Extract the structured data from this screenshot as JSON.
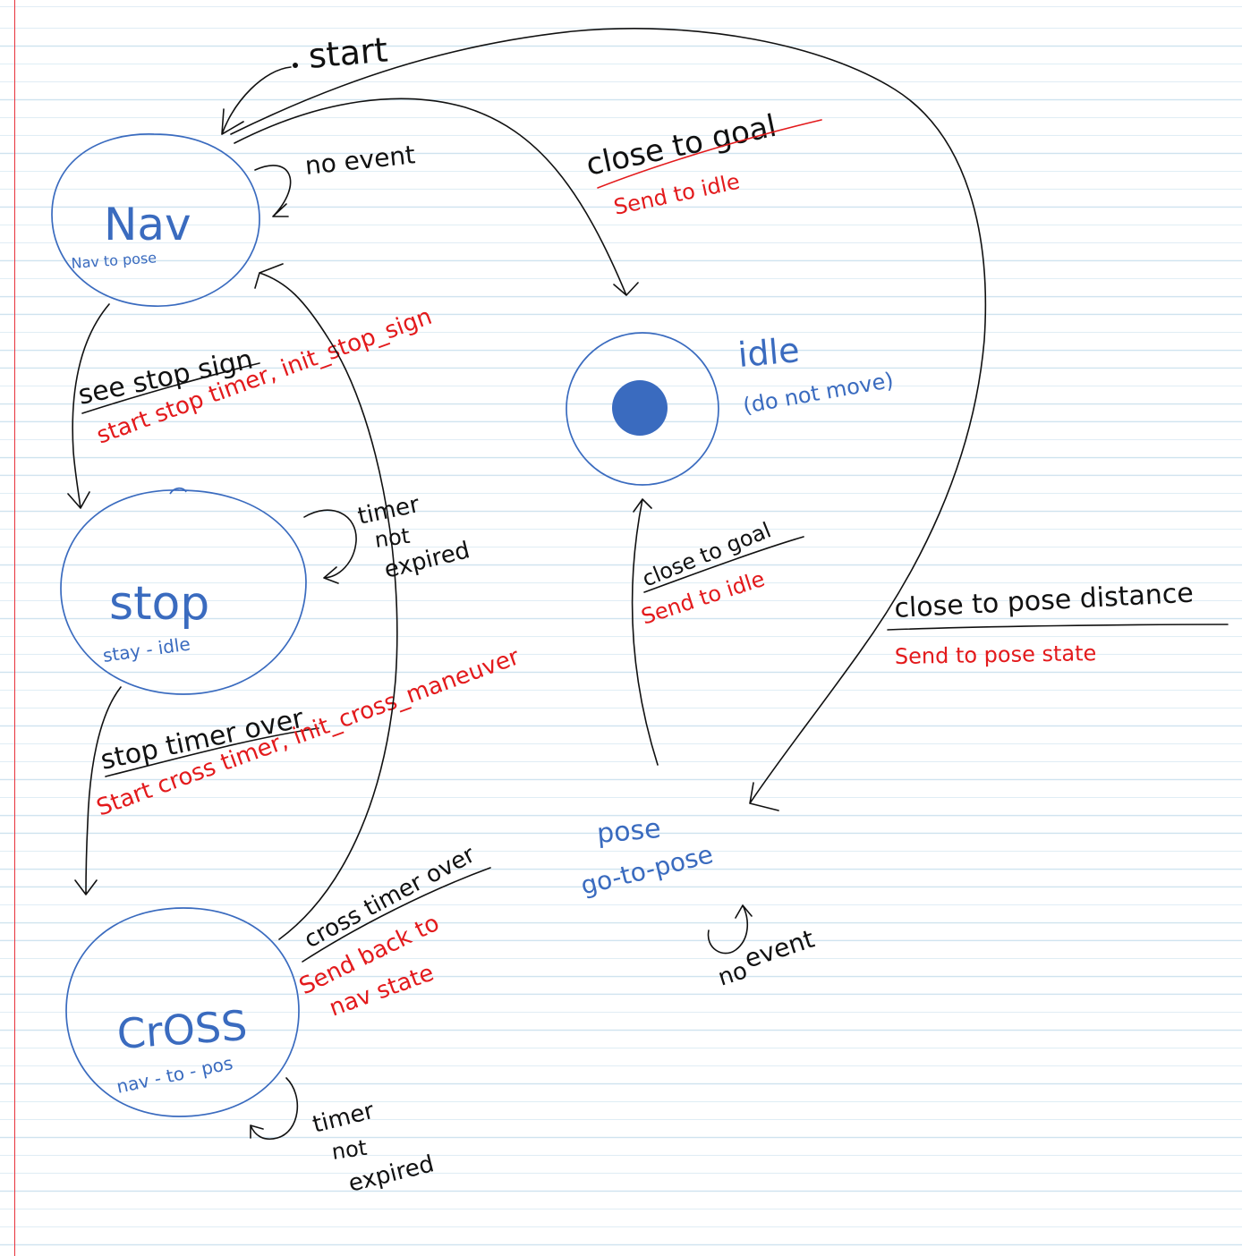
{
  "states": {
    "nav": {
      "name": "Nav",
      "action": "Nav to pose"
    },
    "stop": {
      "name": "stop",
      "action": "stay - idle"
    },
    "cross": {
      "name": "CrOSS",
      "action": "nav - to - pos"
    },
    "idle": {
      "name": "idle",
      "action": "(do not move)"
    },
    "pose": {
      "name": "pose",
      "action": "go-to-pose"
    }
  },
  "transitions": {
    "start": "start",
    "nav_self": "no event",
    "nav_to_idle": {
      "event": "close to goal",
      "action": "Send to idle"
    },
    "nav_to_stop": {
      "event": "see stop sign",
      "action": "start stop timer, init_stop_sign"
    },
    "stop_self": {
      "line1": "timer",
      "line2": "not",
      "line3": "expired"
    },
    "stop_to_cross": {
      "event": "stop timer over",
      "action": "Start cross timer, init_cross_maneuver"
    },
    "cross_to_nav": {
      "event": "cross timer over",
      "line1": "Send back to",
      "line2": "nav state"
    },
    "cross_self": {
      "line1": "timer",
      "line2": "not",
      "line3": "expired"
    },
    "pose_to_idle": {
      "event": "close to goal",
      "action": "Send to idle"
    },
    "nav_to_pose": {
      "event": "close to pose distance",
      "action": "Send to pose state"
    },
    "pose_self": {
      "line1": "no",
      "line2": "event"
    }
  },
  "colors": {
    "ink": "#111111",
    "state": "#3a6bbf",
    "action": "#e31a1c",
    "rule": "#cfe3ef",
    "margin": "#e8323c"
  }
}
